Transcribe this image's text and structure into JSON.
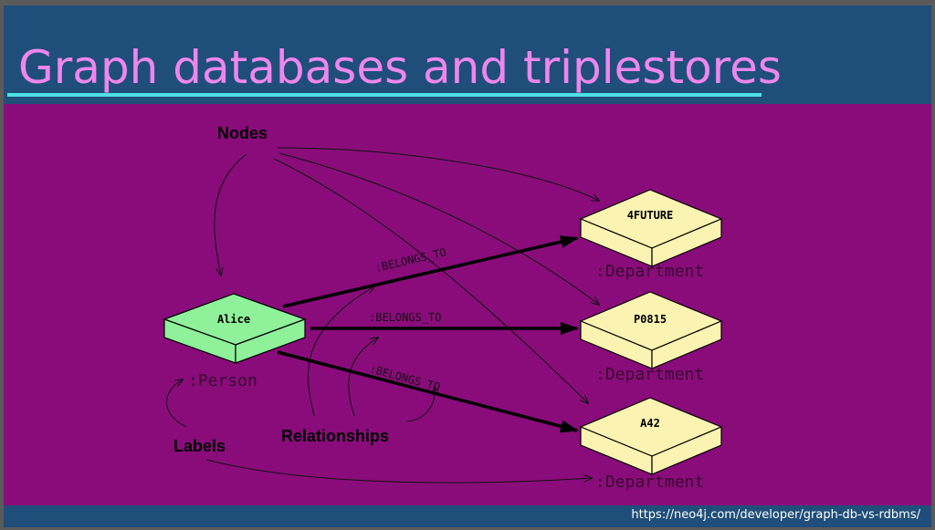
{
  "slide": {
    "title": "Graph databases and triplestores",
    "footer_url": "https://neo4j.com/developer/graph-db-vs-rdbms/"
  },
  "diagram": {
    "annotations": {
      "nodes": "Nodes",
      "relationships": "Relationships",
      "labels": "Labels"
    },
    "nodes": {
      "alice": {
        "name": "Alice",
        "label": ":Person"
      },
      "future": {
        "name": "4FUTURE",
        "label": ":Department"
      },
      "p0815": {
        "name": "P0815",
        "label": ":Department"
      },
      "a42": {
        "name": "A42",
        "label": ":Department"
      }
    },
    "edges": {
      "to_future": ":BELONGS_TO",
      "to_p0815": ":BELONGS_TO",
      "to_a42": ":BELONGS_TO"
    },
    "colors": {
      "person_node": "#8ff19a",
      "department_node": "#fbf3b2",
      "background": "#890c7a",
      "label_text": "#3a0a30"
    }
  }
}
